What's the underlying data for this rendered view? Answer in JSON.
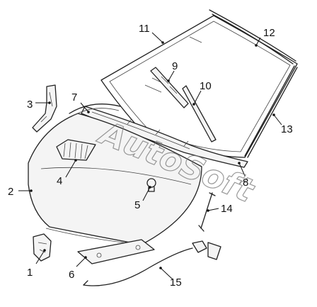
{
  "callouts": {
    "c1": "1",
    "c2": "2",
    "c3": "3",
    "c4": "4",
    "c5": "5",
    "c6": "6",
    "c7": "7",
    "c8": "8",
    "c9": "9",
    "c10": "10",
    "c11": "11",
    "c12": "12",
    "c13": "13",
    "c14": "14",
    "c15": "15"
  },
  "watermark": "AutoSoft",
  "colors": {
    "line": "#222222",
    "background": "#ffffff",
    "watermark": "#777777"
  }
}
